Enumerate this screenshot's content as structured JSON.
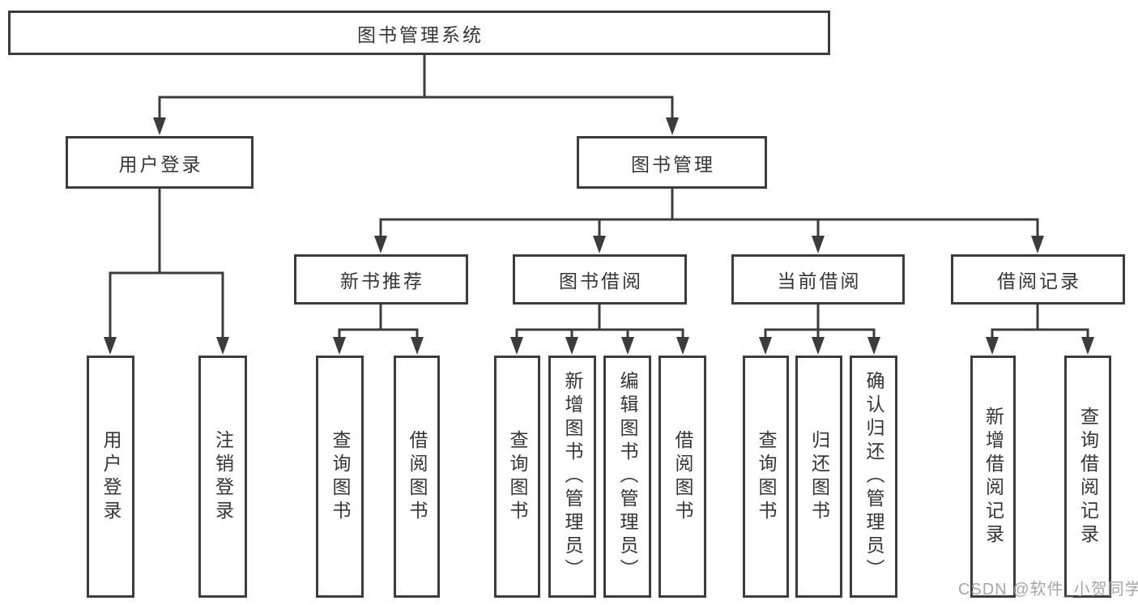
{
  "tree": {
    "label": "图书管理系统",
    "children": [
      {
        "label": "用户登录",
        "children": [
          {
            "label": "用户登录"
          },
          {
            "label": "注销登录"
          }
        ]
      },
      {
        "label": "图书管理",
        "children": [
          {
            "label": "新书推荐",
            "children": [
              {
                "label": "查询图书"
              },
              {
                "label": "借阅图书"
              }
            ]
          },
          {
            "label": "图书借阅",
            "children": [
              {
                "label": "查询图书"
              },
              {
                "label": "新增图书（管理员）"
              },
              {
                "label": "编辑图书（管理员）"
              },
              {
                "label": "借阅图书"
              }
            ]
          },
          {
            "label": "当前借阅",
            "children": [
              {
                "label": "查询图书"
              },
              {
                "label": "归还图书"
              },
              {
                "label": "确认归还（管理员）"
              }
            ]
          },
          {
            "label": "借阅记录",
            "children": [
              {
                "label": "新增借阅记录"
              },
              {
                "label": "查询借阅记录"
              }
            ]
          }
        ]
      }
    ]
  },
  "watermark": {
    "text": "CSDN @软件_小贺同学"
  },
  "colors": {
    "line": "#3c3c3c",
    "text": "#353535",
    "background": "#ffffff",
    "watermark": "#a6a6a6"
  }
}
